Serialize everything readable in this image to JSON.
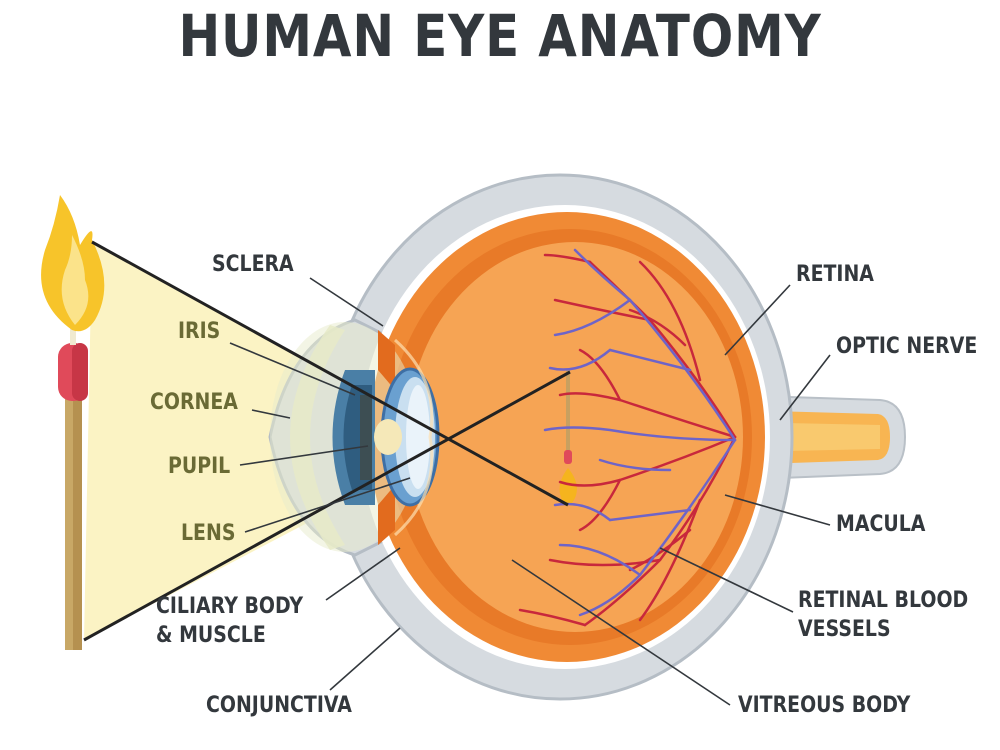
{
  "title": "HUMAN EYE ANATOMY",
  "labels": {
    "sclera": "SCLERA",
    "iris": "IRIS",
    "cornea": "CORNEA",
    "pupil": "PUPIL",
    "lens": "LENS",
    "ciliary_line1": "CILIARY BODY",
    "ciliary_line2": "& MUSCLE",
    "conjunctiva": "CONJUNCTIVA",
    "retina": "RETINA",
    "optic_nerve": "OPTIC NERVE",
    "macula": "MACULA",
    "vessels_line1": "RETINAL BLOOD",
    "vessels_line2": "VESSELS",
    "vitreous": "VITREOUS BODY"
  },
  "colors": {
    "text": "#33383d",
    "olive_text": "#6a6a35",
    "sclera_outer": "#d6dbe0",
    "eyeball": "#f08a35",
    "vitreous": "#f6a454",
    "light_cone": "#fbf3c4",
    "vessel_red": "#c8283c",
    "vessel_blue": "#6e64c8",
    "iris": "#4a7fa6"
  }
}
